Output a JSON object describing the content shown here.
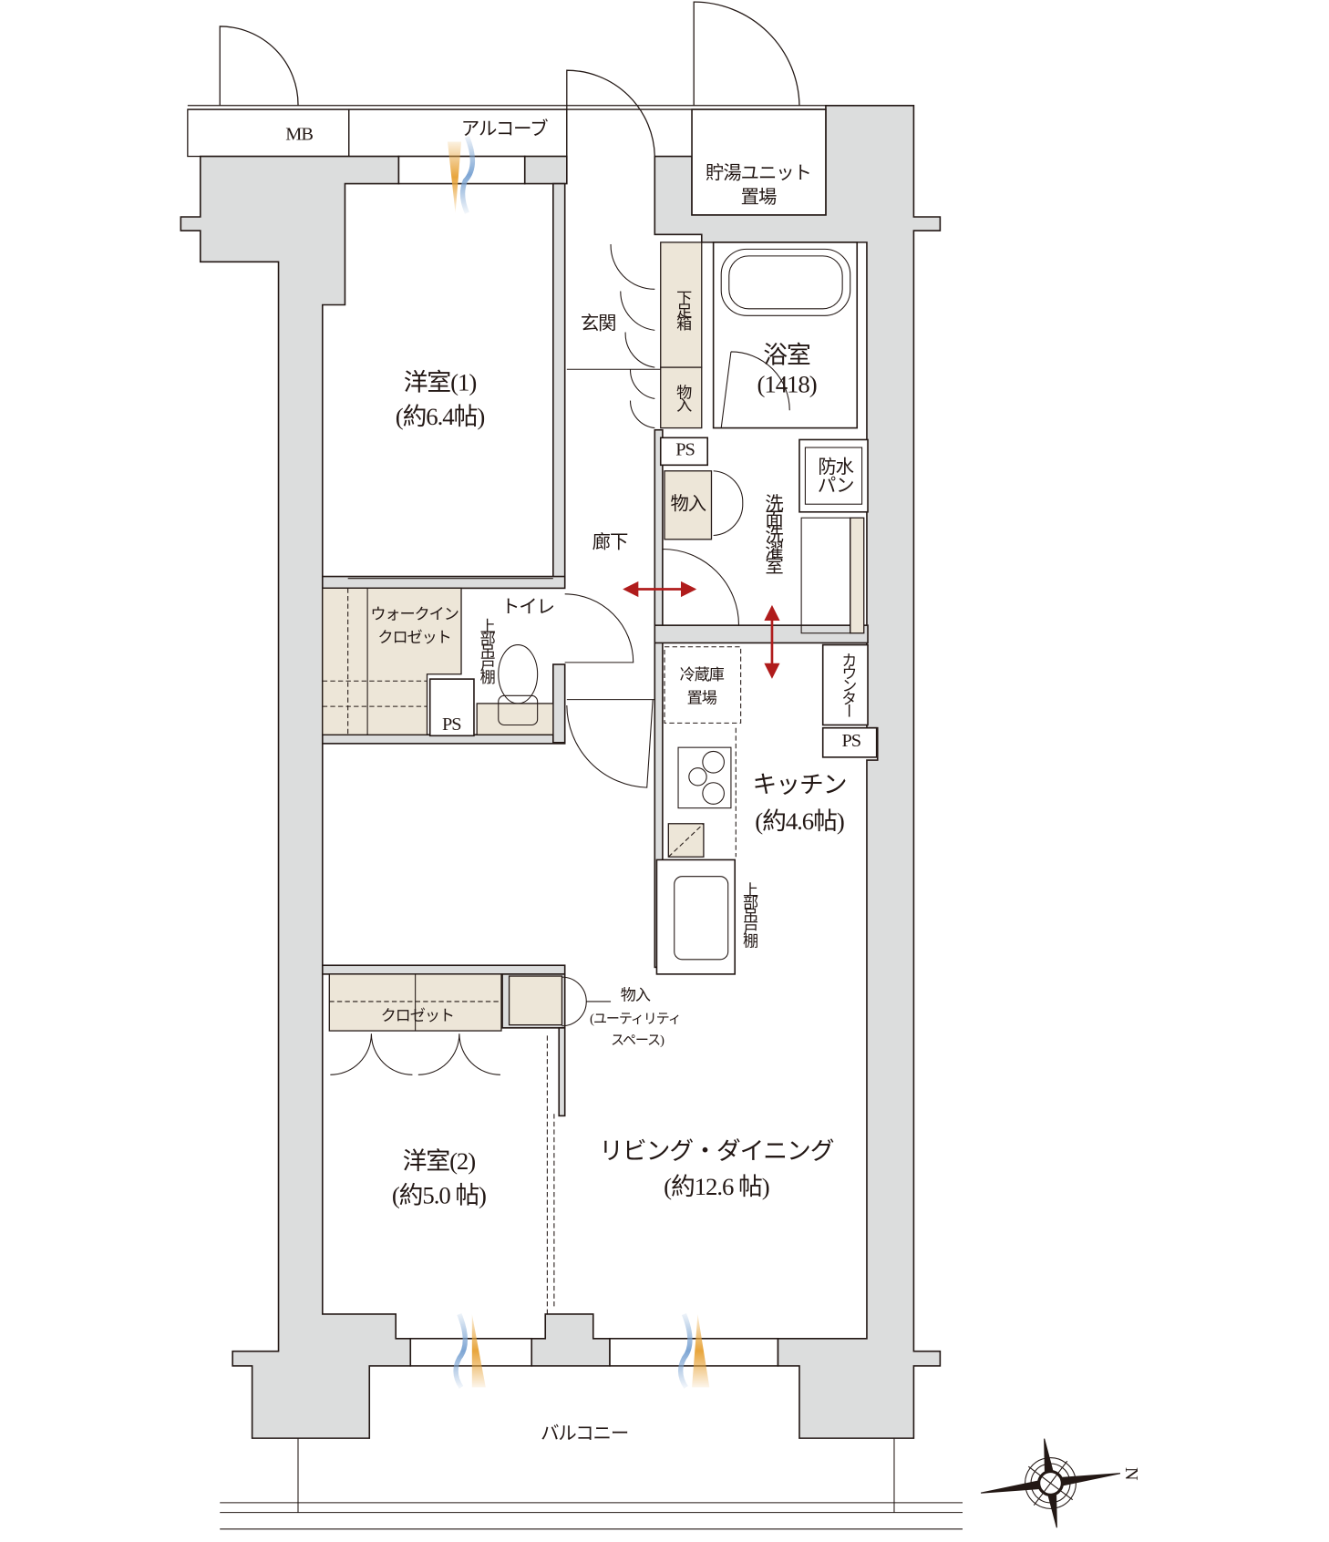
{
  "colors": {
    "wall": "#dcdddd",
    "outline": "#231815",
    "storage": "#ede6d8",
    "arrow": "#b01c1c",
    "window_warm": "#e8a53c",
    "window_cool": "#7ea6d4"
  },
  "labels": {
    "mb": "MB",
    "alcove": "アルコーブ",
    "water_heater_1": "貯湯ユニット",
    "water_heater_2": "置場",
    "entrance": "玄関",
    "shoe_cabinet": "下足箱",
    "entrance_storage": "物入",
    "bathroom": "浴室",
    "bathroom_size": "(1418)",
    "bedroom1": "洋室(1)",
    "bedroom1_size": "(約6.4帖)",
    "ps_1": "PS",
    "washroom_storage": "物入",
    "waterproof_pan_1": "防水",
    "waterproof_pan_2": "パン",
    "washroom": "洗面洗濯室",
    "hallway": "廊下",
    "wic_1": "ウォークイン",
    "wic_2": "クロゼット",
    "toilet": "トイレ",
    "toilet_cabinet": "上部吊戸棚",
    "ps_2": "PS",
    "fridge_1": "冷蔵庫",
    "fridge_2": "置場",
    "counter": "カウンター",
    "ps_3": "PS",
    "kitchen": "キッチン",
    "kitchen_size": "(約4.6帖)",
    "kitchen_cabinet": "上部吊戸棚",
    "closet": "クロゼット",
    "utility_storage_1": "物入",
    "utility_storage_2": "(ユーティリティ",
    "utility_storage_3": "スペース)",
    "bedroom2": "洋室(2)",
    "bedroom2_size": "(約5.0 帖)",
    "living": "リビング・ダイニング",
    "living_size": "(約12.6 帖)",
    "balcony": "バルコニー",
    "north": "N"
  },
  "icons": {
    "compass": "compass-rose-icon",
    "arrows": "double-arrow-icon",
    "window": "ventilation-window-icon"
  }
}
